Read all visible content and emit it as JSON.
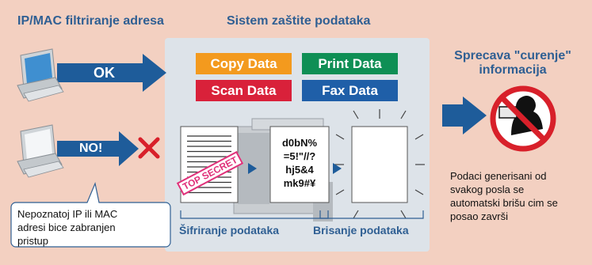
{
  "titles": {
    "left": "IP/MAC filtriranje adresa",
    "center": "Sistem zaštite podataka",
    "right_line1": "Sprecava \"curenje\"",
    "right_line2": "informacija"
  },
  "arrows": {
    "ok_label": "OK",
    "no_label": "NO!"
  },
  "data_badges": [
    {
      "label": "Copy Data",
      "color": "#f39a1e"
    },
    {
      "label": "Print Data",
      "color": "#0f8f55"
    },
    {
      "label": "Scan Data",
      "color": "#d9213a"
    },
    {
      "label": "Fax Data",
      "color": "#1f5fa8"
    }
  ],
  "documents": {
    "stamp": "TOP SECRET",
    "encrypted_lines": [
      "d0bN%",
      "=5!\"//?",
      "hj5&4",
      "mk9#¥"
    ]
  },
  "labels": {
    "encryption": "Šifriranje podataka",
    "erasure": "Brisanje podataka"
  },
  "callout": {
    "line1": "Nepoznatoj IP ili MAC",
    "line2": "adresi bice zabranjen",
    "line3": "pristup"
  },
  "right_caption": {
    "line1": "Podaci generisani od",
    "line2": "svakog posla se",
    "line3": "automatski brišu cim se",
    "line4": "posao završi"
  },
  "colors": {
    "background": "#f3d0c1",
    "panel": "#dde3e9",
    "title_blue": "#2f5f93",
    "arrow_blue": "#1e5c9a",
    "reject_red": "#d8202a"
  }
}
